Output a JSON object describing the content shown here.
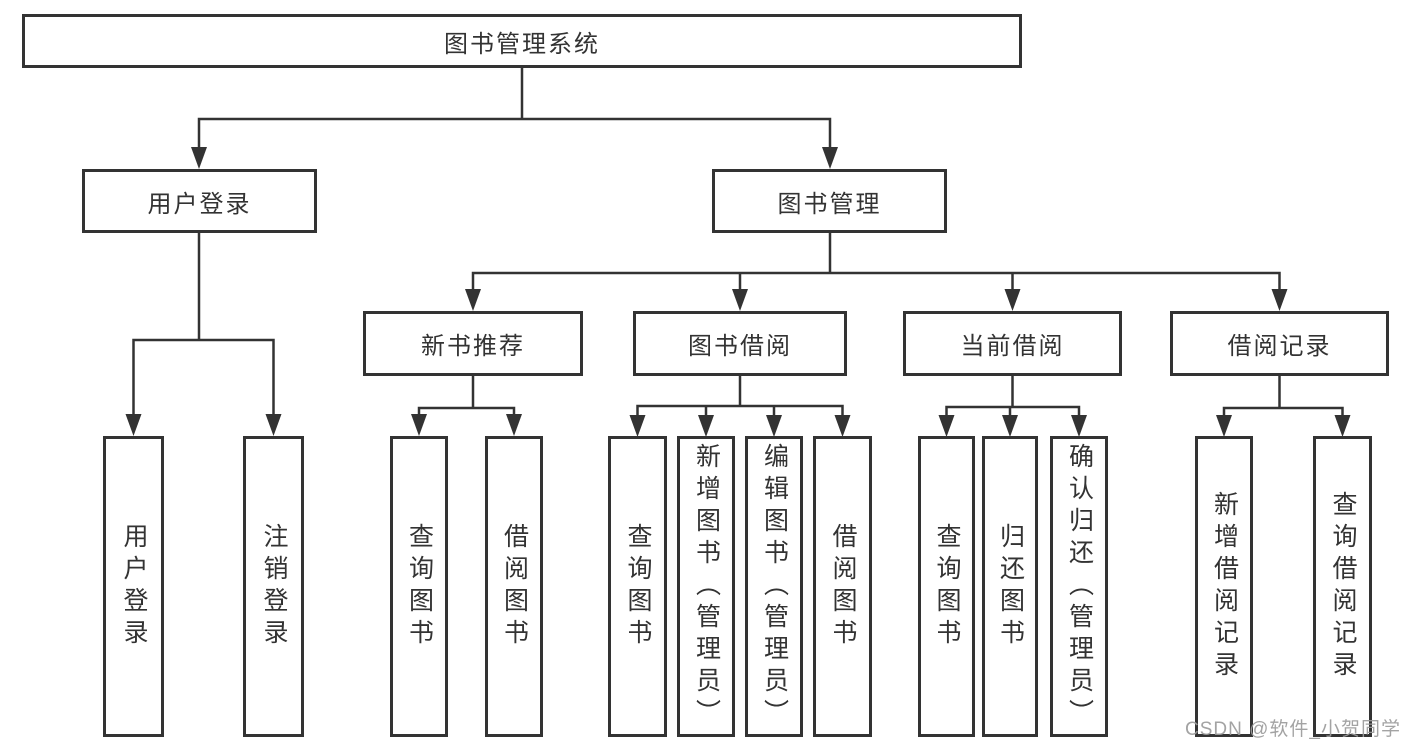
{
  "diagram": {
    "tree": {
      "label": "图书管理系统",
      "children": [
        {
          "label": "用户登录",
          "children": [
            {
              "label": "用户登录"
            },
            {
              "label": "注销登录"
            }
          ]
        },
        {
          "label": "图书管理",
          "children": [
            {
              "label": "新书推荐",
              "children": [
                {
                  "label": "查询图书"
                },
                {
                  "label": "借阅图书"
                }
              ]
            },
            {
              "label": "图书借阅",
              "children": [
                {
                  "label": "查询图书"
                },
                {
                  "label": "新增图书（管理员）"
                },
                {
                  "label": "编辑图书（管理员）"
                },
                {
                  "label": "借阅图书"
                }
              ]
            },
            {
              "label": "当前借阅",
              "children": [
                {
                  "label": "查询图书"
                },
                {
                  "label": "归还图书"
                },
                {
                  "label": "确认归还（管理员）"
                }
              ]
            },
            {
              "label": "借阅记录",
              "children": [
                {
                  "label": "新增借阅记录"
                },
                {
                  "label": "查询借阅记录"
                }
              ]
            }
          ]
        }
      ]
    },
    "watermark": "CSDN @软件_小贺同学",
    "colors": {
      "line": "#333333",
      "box_border": "#333333",
      "text": "#333333",
      "watermark": "#9b9b9b",
      "background": "#ffffff"
    }
  }
}
